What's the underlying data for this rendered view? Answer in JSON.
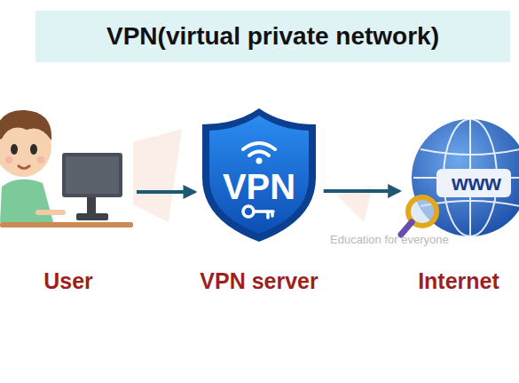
{
  "diagram": {
    "title": "VPN(virtual private network)",
    "nodes": [
      {
        "text": [
          "User"
        ]
      },
      {
        "text": [
          "VPN",
          "VPN server"
        ]
      },
      {
        "text": [
          "www",
          "Internet"
        ]
      }
    ],
    "edges": [
      {
        "from": 0,
        "to": 1,
        "arrow": "to"
      },
      {
        "from": 1,
        "to": 2,
        "arrow": "to"
      }
    ],
    "labels": [
      "Education for everyone"
    ]
  }
}
